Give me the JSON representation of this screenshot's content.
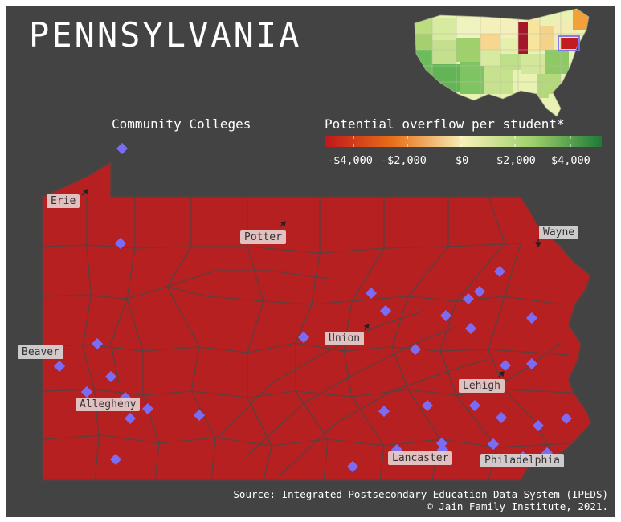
{
  "title": "PENNSYLVANIA",
  "legend": {
    "marker_title": "Community Colleges",
    "color_title": "Potential overflow per student*",
    "tick_labels": [
      "-$4,000",
      "-$2,000",
      "$0",
      "$2,000",
      "$4,000"
    ],
    "scale_colors": [
      "#c0161b",
      "#e8711a",
      "#f6f0b8",
      "#9fd06b",
      "#1f7a36"
    ]
  },
  "source": {
    "line1": "Source: Integrated Postsecondary Education Data System (IPEDS)",
    "line2": "© Jain Family Institute, 2021."
  },
  "colors": {
    "panel_bg": "#434343",
    "state_fill": "#b72020",
    "county_border": "#5a4040",
    "college_marker": "#7b6cf5",
    "highlight_state": "#a3152a"
  },
  "county_labels": [
    "Erie",
    "Potter",
    "Wayne",
    "Beaver",
    "Union",
    "Lehigh",
    "Allegheny",
    "Lancaster",
    "Philadelphia"
  ],
  "college_marker_count": 37
}
